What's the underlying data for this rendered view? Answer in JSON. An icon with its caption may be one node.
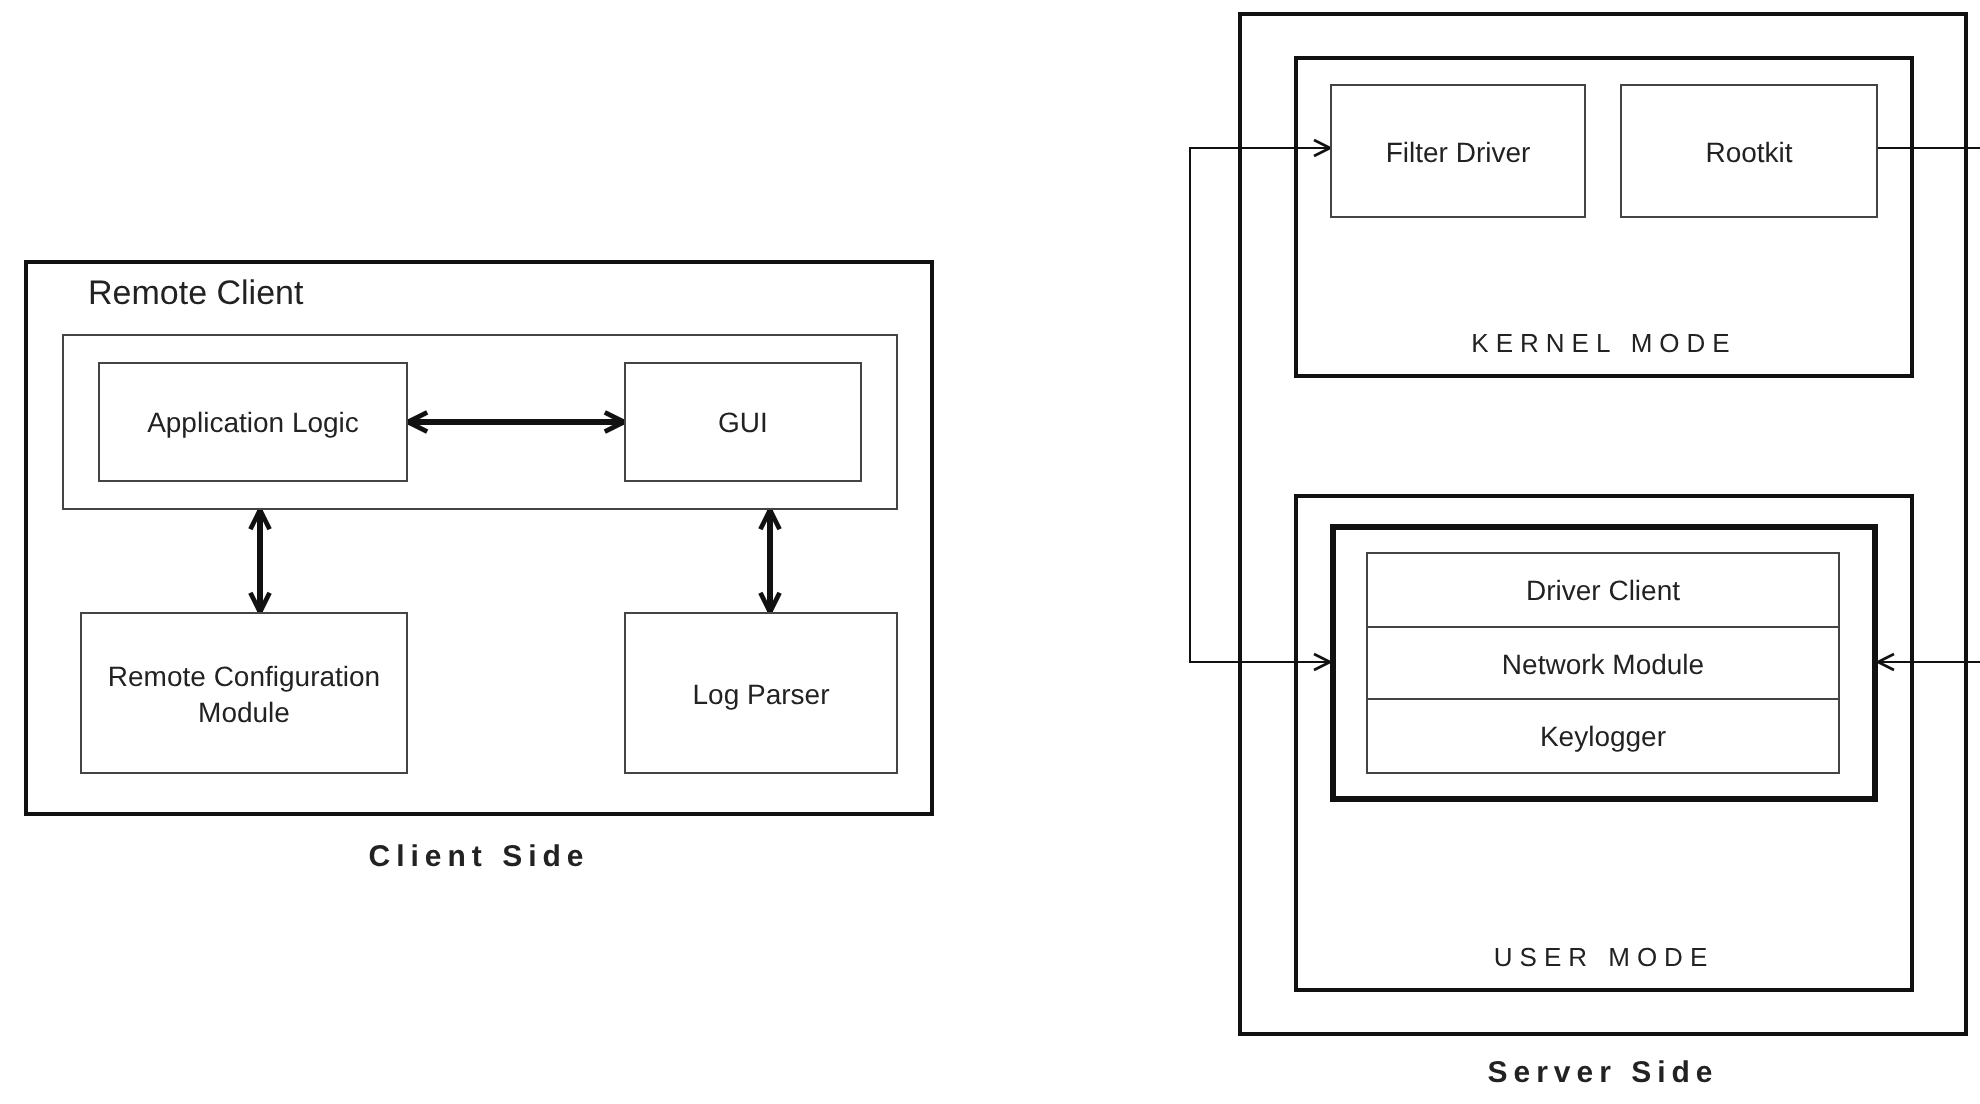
{
  "diagram": {
    "nodes": [
      {
        "text": [
          "Remote Client"
        ],
        "beside": [
          "Client Side"
        ]
      },
      {
        "text": [],
        "shape": "box",
        "in": 0
      },
      {
        "text": [
          "Application Logic"
        ],
        "in": 1
      },
      {
        "text": [
          "GUI"
        ],
        "in": 1
      },
      {
        "text": [
          "Remote Configuration Module"
        ],
        "in": 0
      },
      {
        "text": [
          "Log Parser"
        ],
        "in": 0
      },
      {
        "text": [
          "Server Side"
        ]
      },
      {
        "text": [
          "KERNEL MODE"
        ],
        "in": 6
      },
      {
        "text": [
          "Filter Driver"
        ],
        "in": 7
      },
      {
        "text": [
          "Rootkit"
        ],
        "in": 7
      },
      {
        "text": [
          "USER MODE"
        ],
        "in": 6
      },
      {
        "text": [],
        "shape": "box",
        "in": 10
      },
      {
        "text": [
          "Driver Client"
        ],
        "in": 11
      },
      {
        "text": [
          "Network Module"
        ],
        "in": 11
      },
      {
        "text": [
          "Keylogger"
        ],
        "in": 11
      }
    ],
    "edges": [
      {
        "from": 2,
        "to": 3,
        "arrow": "both",
        "style": "thick"
      },
      {
        "from": 1,
        "to": 4,
        "arrow": "both",
        "style": "thick"
      },
      {
        "from": 1,
        "to": 5,
        "arrow": "both",
        "style": "thick"
      },
      {
        "from": 11,
        "to": 8,
        "arrow": "both"
      },
      {
        "from": 9,
        "to": null,
        "arrow": "none"
      },
      {
        "from": null,
        "to": 11,
        "arrow": "to"
      }
    ]
  }
}
